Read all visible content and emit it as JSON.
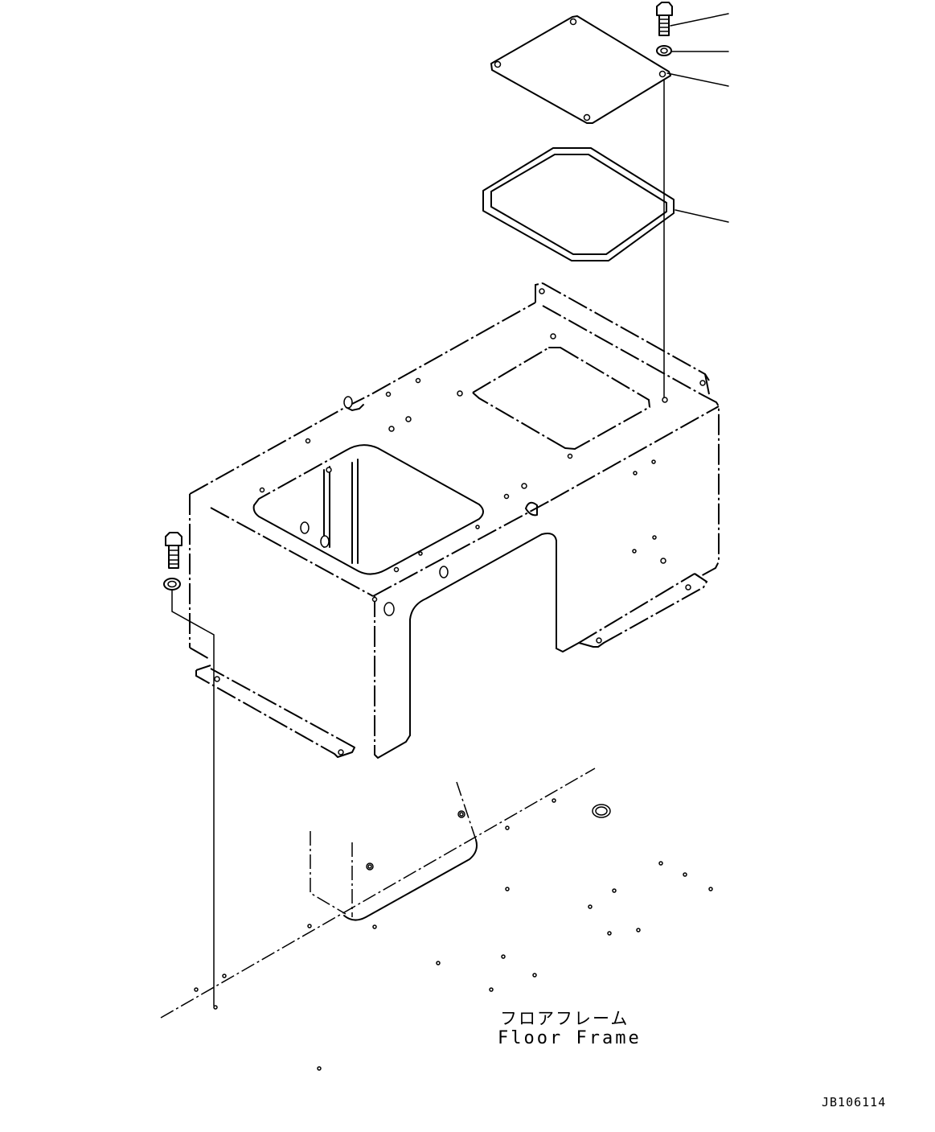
{
  "labels": {
    "floor_frame_jp": "フロアフレーム",
    "floor_frame_en": "Floor Frame",
    "drawing_id": "JB106114"
  },
  "colors": {
    "line": "#000000",
    "background": "#ffffff"
  }
}
